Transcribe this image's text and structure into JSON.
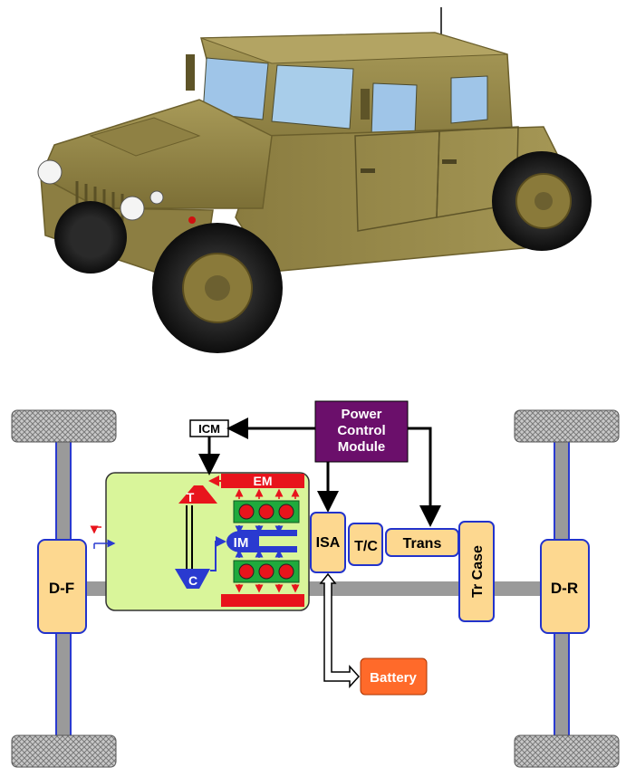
{
  "diagram": {
    "power_control_module": [
      "Power",
      "Control",
      "Module"
    ],
    "icm": "ICM",
    "em": "EM",
    "t": "T",
    "im": "IM",
    "c": "C",
    "isa": "ISA",
    "tc": "T/C",
    "trans": "Trans",
    "tr_case": "Tr Case",
    "d_f": "D-F",
    "d_r": "D-R",
    "battery": "Battery"
  },
  "colors": {
    "module_purple": "#6b0f6b",
    "component_fill": "#fdd890",
    "component_stroke": "#2233cc",
    "engine_block": "#d9f59a",
    "shaft_gray": "#9a9a9a",
    "axle_blue": "#2a3ad0",
    "engine_red": "#e8141c",
    "engine_green": "#1faa3c",
    "battery_orange": "#ff6a2a",
    "vehicle_tan": "#9b8c4a"
  },
  "icons": [
    "humvee-vehicle-illustration",
    "tire-icon",
    "turbine-icon",
    "compressor-icon"
  ]
}
